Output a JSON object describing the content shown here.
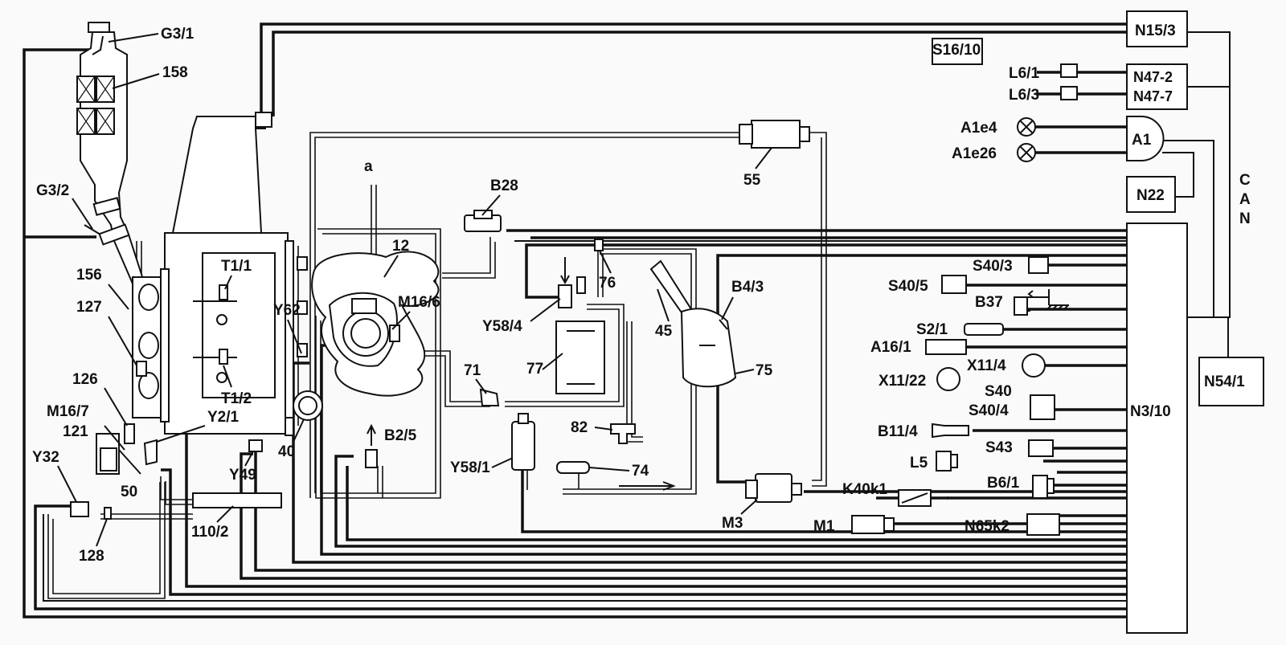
{
  "diagram": {
    "boxes": {
      "n15_3": "N15/3",
      "s16_10": "S16/10",
      "n47_2": "N47-2",
      "n47_7": "N47-7",
      "a1": "A1",
      "n22": "N22",
      "n3_10": "N3/10",
      "n54_1": "N54/1"
    },
    "can_letters": [
      "C",
      "A",
      "N"
    ],
    "labels": {
      "g3_1": "G3/1",
      "n158": "158",
      "g3_2": "G3/2",
      "n156": "156",
      "n127": "127",
      "n126": "126",
      "m16_7": "M16/7",
      "n121": "121",
      "y32": "Y32",
      "n128": "128",
      "n50": "50",
      "y2_1": "Y2/1",
      "y49": "Y49",
      "n110_2": "110/2",
      "t1_1": "T1/1",
      "t1_2": "T1/2",
      "y62": "Y62",
      "n40": "40",
      "a": "a",
      "n12": "12",
      "m16_6": "M16/6",
      "b2_5": "B2/5",
      "b28": "B28",
      "y58_4": "Y58/4",
      "n76": "76",
      "n77": "77",
      "n71": "71",
      "n82": "82",
      "y58_1": "Y58/1",
      "n74": "74",
      "n45": "45",
      "b4_3": "B4/3",
      "n75": "75",
      "n55": "55",
      "m3": "M3",
      "m1": "M1",
      "k40k1": "K40k1",
      "n65k2": "N65k2",
      "l6_1": "L6/1",
      "l6_3": "L6/3",
      "a1e4": "A1e4",
      "a1e26": "A1e26",
      "s40_3": "S40/3",
      "s40_5": "S40/5",
      "b37": "B37",
      "s2_1": "S2/1",
      "a16_1": "A16/1",
      "x11_4": "X11/4",
      "x11_22": "X11/22",
      "s40": "S40",
      "s40_4": "S40/4",
      "b11_4": "B11/4",
      "s43": "S43",
      "l5": "L5",
      "b6_1": "B6/1"
    }
  }
}
